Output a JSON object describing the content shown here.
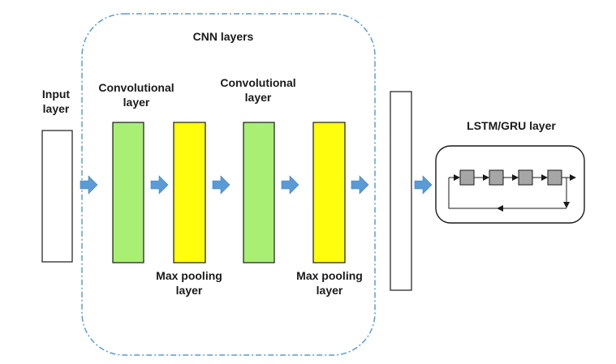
{
  "cnn_group": {
    "title": "CNN layers"
  },
  "input_layer": {
    "label_line1": "Input",
    "label_line2": "layer"
  },
  "conv1": {
    "label_line1": "Convolutional",
    "label_line2": "layer"
  },
  "pool1": {
    "label_line1": "Max pooling",
    "label_line2": "layer"
  },
  "conv2": {
    "label_line1": "Convolutional",
    "label_line2": "layer"
  },
  "pool2": {
    "label_line1": "Max pooling",
    "label_line2": "layer"
  },
  "rnn": {
    "title": "LSTM/GRU layer"
  },
  "colors": {
    "conv": "#a8ef74",
    "pool": "#ffff0d",
    "arrow": "#5b9bd5",
    "dash_border": "#5b9bd5",
    "cell": "#a6a6a6",
    "stroke": "#1a1a1a"
  }
}
